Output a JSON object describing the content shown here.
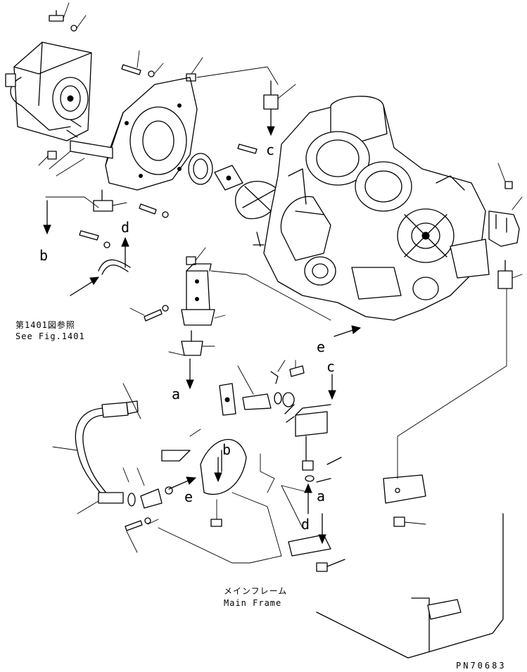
{
  "labels": {
    "a": "a",
    "b": "b",
    "c": "c",
    "d": "d",
    "e": "e"
  },
  "notes": {
    "see_fig_ja": "第1401図参照",
    "see_fig_en": "See Fig.1401",
    "main_frame_ja": "メインフレーム",
    "main_frame_en": "Main Frame",
    "drawing_code": "PN70683"
  }
}
